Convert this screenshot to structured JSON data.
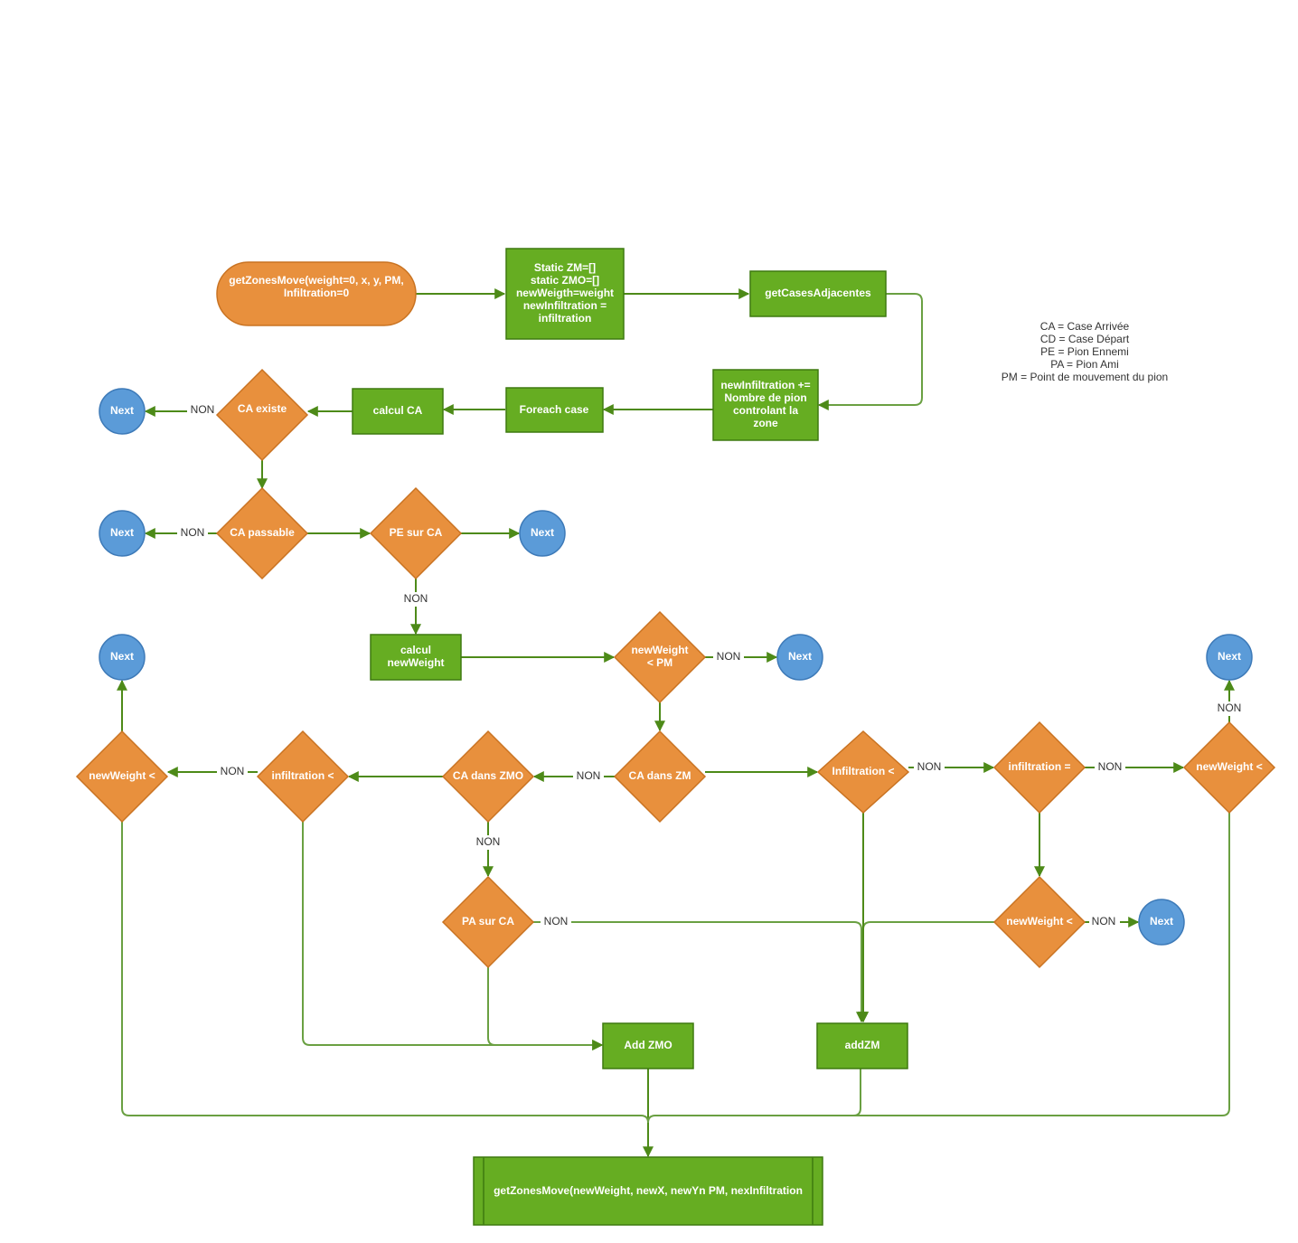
{
  "colors": {
    "process_fill": "#66ad22",
    "process_stroke": "#3f7a10",
    "decision_fill": "#e8903d",
    "decision_stroke": "#c97322",
    "terminal_fill": "#5b9bd8",
    "terminal_stroke": "#3d7ab8",
    "start_fill": "#e8903d",
    "edge": "#4d8a18"
  },
  "nodes": {
    "start": [
      "getZonesMove(weight=0, x, y, PM,",
      "Infiltration=0"
    ],
    "init": [
      "Static ZM=[]",
      "static ZMO=[]",
      "newWeigth=weight",
      "newInfiltration =",
      "infiltration"
    ],
    "get_cases": [
      "getCasesAdjacentes"
    ],
    "new_infiltration": [
      "newInfiltration +=",
      "Nombre de pion",
      "controlant la",
      "zone"
    ],
    "foreach": [
      "Foreach case"
    ],
    "calcul_ca": [
      "calcul CA"
    ],
    "ca_existe": [
      "CA existe"
    ],
    "ca_passable": [
      "CA passable"
    ],
    "pe_sur_ca": [
      "PE sur CA"
    ],
    "calcul_newweight": [
      "calcul",
      "newWeight"
    ],
    "newweight_pm": [
      "newWeight",
      "< PM"
    ],
    "ca_dans_zm": [
      "CA dans ZM"
    ],
    "ca_dans_zmo": [
      "CA dans ZMO"
    ],
    "infiltration_lt_left": [
      "infiltration <"
    ],
    "newweight_lt_left": [
      "newWeight <"
    ],
    "infiltration_lt_right": [
      "Infiltration <"
    ],
    "infiltration_eq": [
      "infiltration ="
    ],
    "newweight_lt_far": [
      "newWeight <"
    ],
    "newweight_lt_mid": [
      "newWeight <"
    ],
    "pa_sur_ca": [
      "PA sur CA"
    ],
    "add_zmo": [
      "Add ZMO"
    ],
    "add_zm": [
      "addZM"
    ],
    "recurse": [
      "getZonesMove(newWeight, newX, newYn PM, nexInfiltration"
    ],
    "next_label": "Next"
  },
  "edge_labels": {
    "non": "NON",
    "non_trunc": "NON"
  },
  "legend": [
    "CA = Case Arrivée",
    "CD = Case Départ",
    "PE = Pion Ennemi",
    "PA = Pion Ami",
    "PM = Point de mouvement du pion"
  ]
}
